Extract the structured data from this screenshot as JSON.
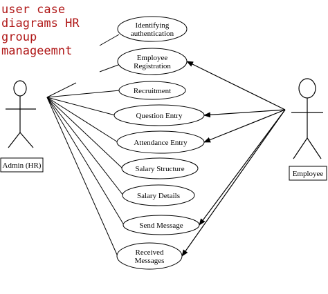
{
  "title": {
    "lines": [
      "user case",
      "diagrams HR",
      "group",
      "manageemnt"
    ],
    "color": "#b01818"
  },
  "actors": {
    "admin": {
      "label": "Admin (HR)"
    },
    "employee": {
      "label": "Employee"
    }
  },
  "use_cases": [
    {
      "id": "identifying-authentication",
      "lines": [
        "Identifying",
        "authentication"
      ]
    },
    {
      "id": "employee-registration",
      "lines": [
        "Employee",
        "Registration"
      ]
    },
    {
      "id": "recruitment",
      "lines": [
        "Recruitment"
      ]
    },
    {
      "id": "question-entry",
      "lines": [
        "Question Entry"
      ]
    },
    {
      "id": "attendance-entry",
      "lines": [
        "Attendance Entry"
      ]
    },
    {
      "id": "salary-structure",
      "lines": [
        "Salary Structure"
      ]
    },
    {
      "id": "salary-details",
      "lines": [
        "Salary Details"
      ]
    },
    {
      "id": "send-message",
      "lines": [
        "Send Message"
      ]
    },
    {
      "id": "received-messages",
      "lines": [
        "Received",
        "Messages"
      ]
    }
  ],
  "associations": {
    "admin": [
      "recruitment",
      "question-entry",
      "attendance-entry",
      "salary-structure",
      "salary-details",
      "send-message",
      "received-messages"
    ],
    "admin_partial": [
      "identifying-authentication",
      "employee-registration"
    ],
    "employee_arrows": [
      "employee-registration",
      "question-entry",
      "attendance-entry",
      "send-message",
      "received-messages"
    ]
  }
}
